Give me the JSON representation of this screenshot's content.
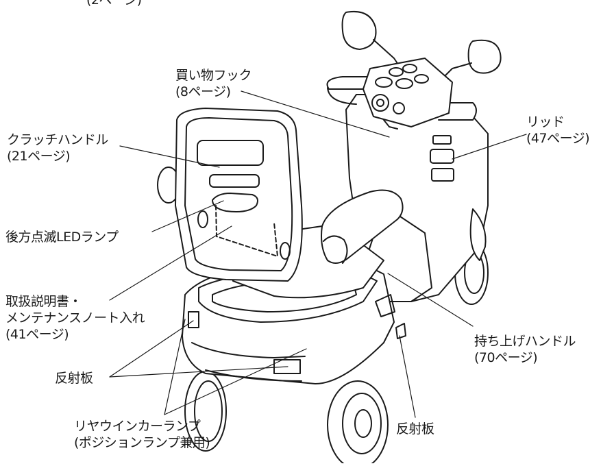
{
  "top_fragment": "(2ページ)",
  "callouts": {
    "shopping_hook": {
      "line1": "買い物フック",
      "line2": "(8ページ)"
    },
    "lid": {
      "line1": "リッド",
      "line2": "(47ページ)"
    },
    "clutch_handle": {
      "line1": "クラッチハンドル",
      "line2": "(21ページ)"
    },
    "rear_led": {
      "line1": "後方点滅LEDランプ"
    },
    "manual_pocket": {
      "line1": "取扱説明書・",
      "line2": "メンテナンスノート入れ",
      "line3": "(41ページ)"
    },
    "lift_handle": {
      "line1": "持ち上げハンドル",
      "line2": "(70ページ)"
    },
    "reflector_left": {
      "line1": "反射板"
    },
    "reflector_right": {
      "line1": "反射板"
    },
    "turn_signal": {
      "line1": "リヤウインカーランプ",
      "line2": "(ポジションランプ兼用)"
    }
  }
}
